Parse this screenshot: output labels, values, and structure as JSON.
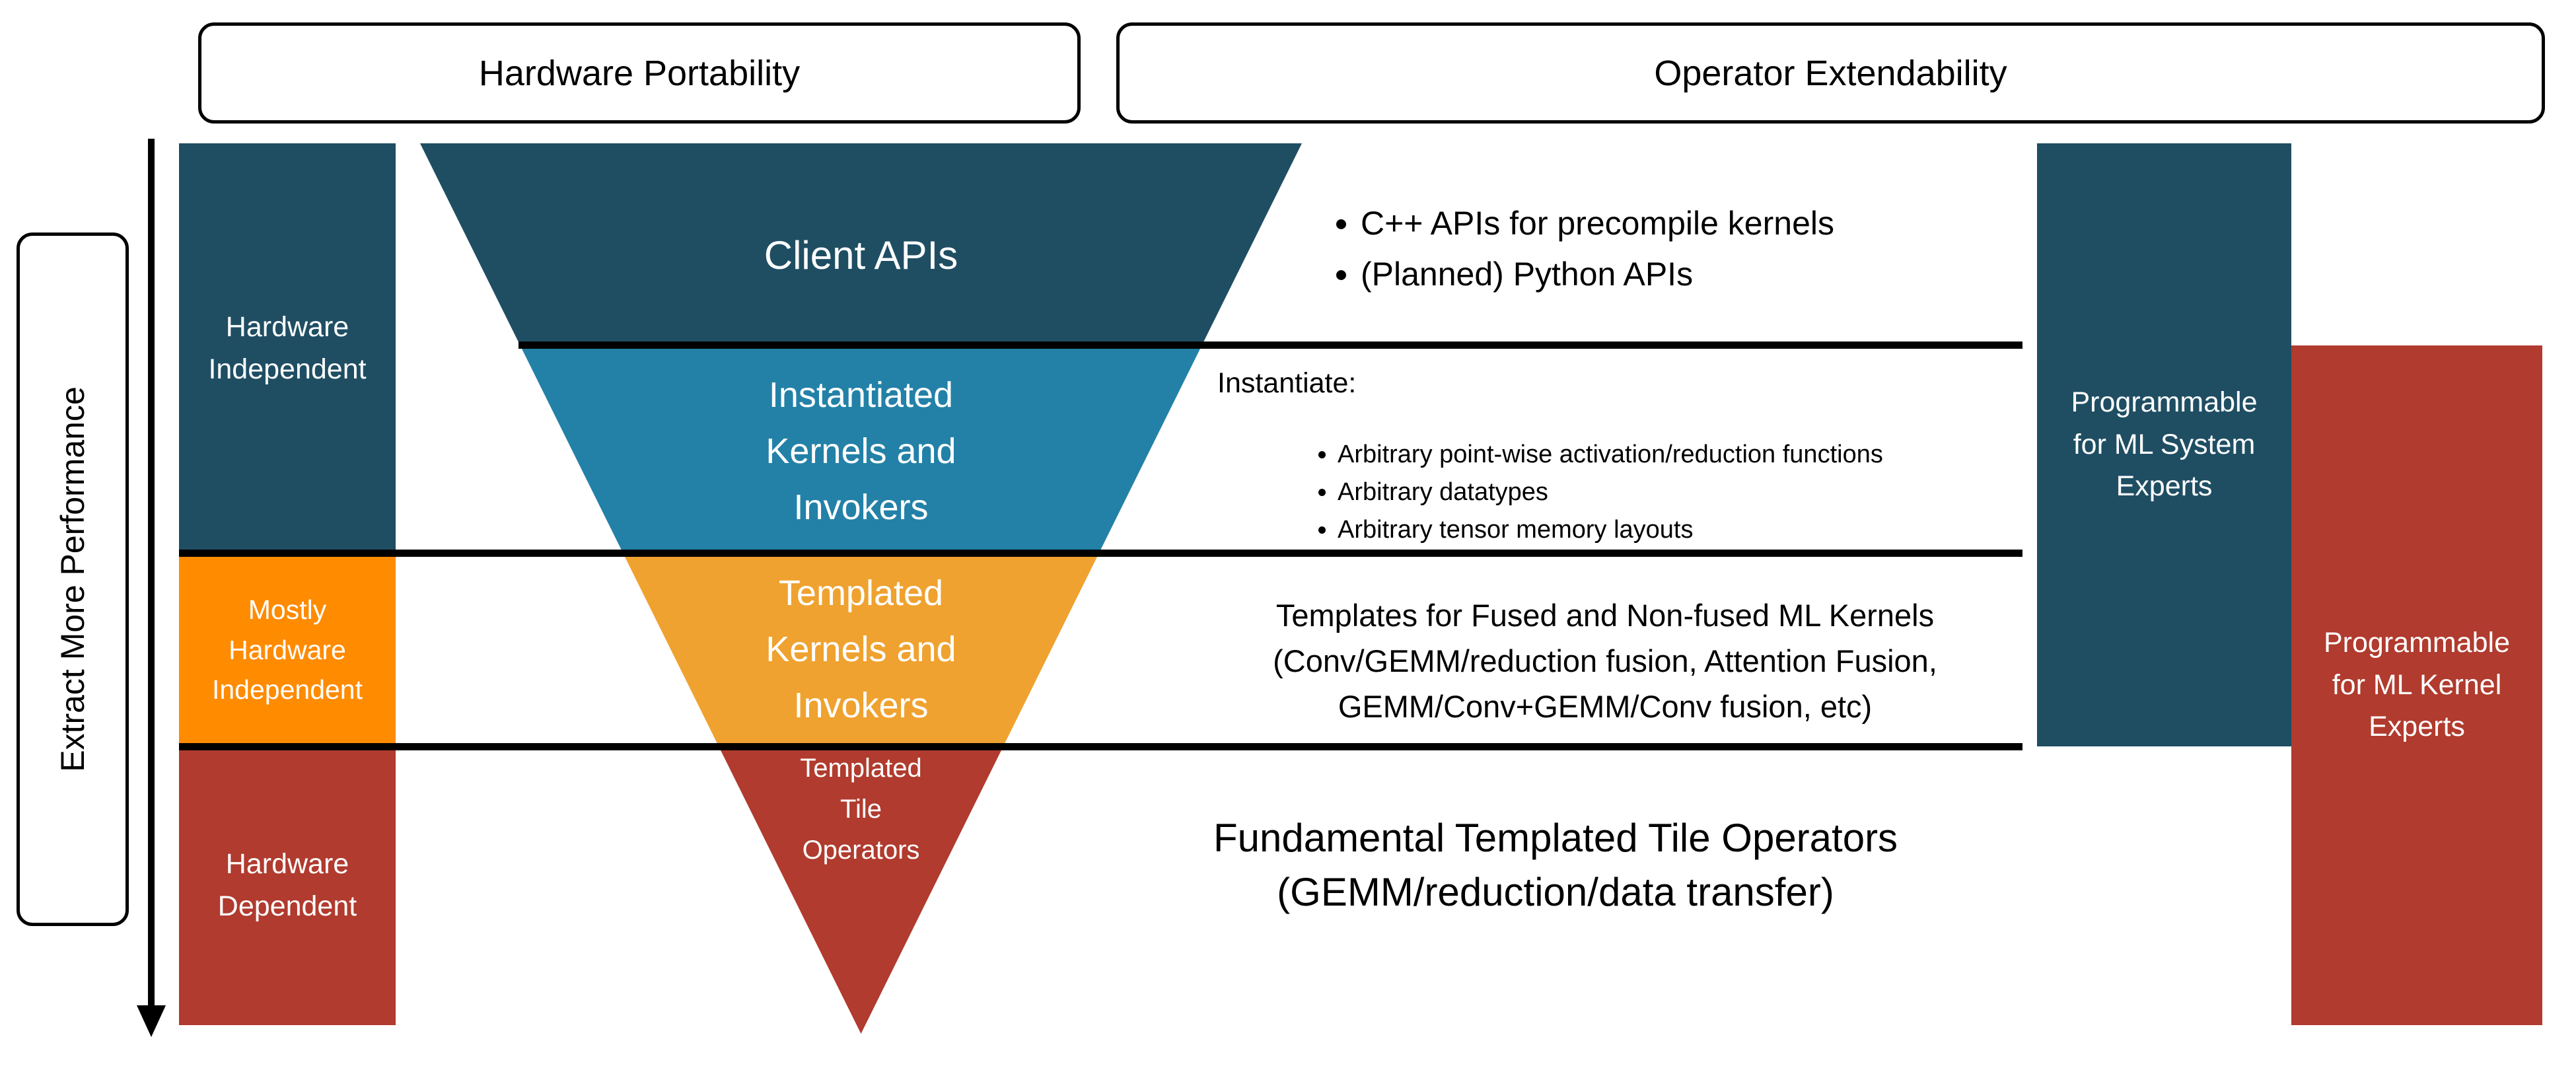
{
  "palette": {
    "navy": "#1F4E63",
    "teal": "#2381A7",
    "amber": "#EFA22F",
    "orange": "#FF8B00",
    "brick": "#B03B2E"
  },
  "headers": {
    "hardware_portability": "Hardware Portability",
    "operator_extendability": "Operator Extendability"
  },
  "axis": {
    "label": "Extract More Performance"
  },
  "left_column": {
    "row1": "Hardware\nIndependent",
    "row2": "Mostly\nHardware\nIndependent",
    "row3": "Hardware\nDependent"
  },
  "funnel": {
    "layer1": "Client APIs",
    "layer2": "Instantiated\nKernels and\nInvokers",
    "layer3": "Templated\nKernels and\nInvokers",
    "layer4": "Templated\nTile\nOperators"
  },
  "annotations": {
    "client_bullets": [
      "C++ APIs for precompile kernels",
      "(Planned) Python APIs"
    ],
    "instantiate_label": "Instantiate:",
    "instantiate_bullets": [
      "Arbitrary point-wise activation/reduction functions",
      "Arbitrary datatypes",
      "Arbitrary tensor memory layouts"
    ],
    "templates_text": "Templates for Fused and Non-fused ML Kernels\n(Conv/GEMM/reduction fusion, Attention Fusion,\nGEMM/Conv+GEMM/Conv fusion, etc)",
    "fundamental_text": "Fundamental Templated Tile Operators\n(GEMM/reduction/data transfer)"
  },
  "right_column": {
    "system_experts": "Programmable\nfor ML System\nExperts",
    "kernel_experts": "Programmable\nfor ML Kernel\nExperts"
  }
}
